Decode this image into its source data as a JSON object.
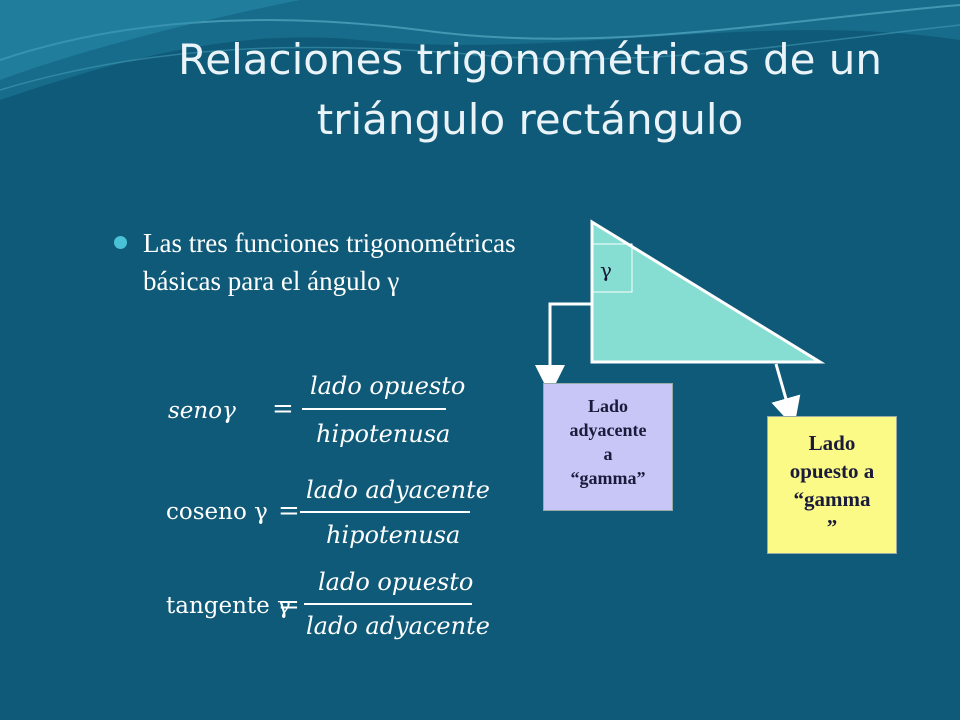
{
  "title": "Relaciones trigonométricas de un triángulo rectángulo",
  "bullet": "Las tres funciones trigonométricas básicas para el ángulo γ",
  "formulas": [
    {
      "lhs": "senoγ",
      "numerator": "lado opuesto",
      "denominator": "hipotenusa"
    },
    {
      "lhs": "coseno γ",
      "numerator": "lado adyacente",
      "denominator": "hipotenusa"
    },
    {
      "lhs": "tangente γ",
      "numerator": "lado opuesto",
      "denominator": "lado adyacente"
    }
  ],
  "equals": "=",
  "diagram": {
    "angle_label": "γ",
    "adjacent_box": [
      "Lado",
      "adyacente",
      "a",
      "“gamma”"
    ],
    "opposite_box": [
      "Lado",
      "opuesto a",
      "“gamma",
      "”"
    ]
  },
  "colors": {
    "background": "#0f5a78",
    "triangle": "#86ddd2",
    "adjacent_box": "#c7c6f7",
    "opposite_box": "#fbfa86",
    "bullet": "#49c1d6"
  }
}
